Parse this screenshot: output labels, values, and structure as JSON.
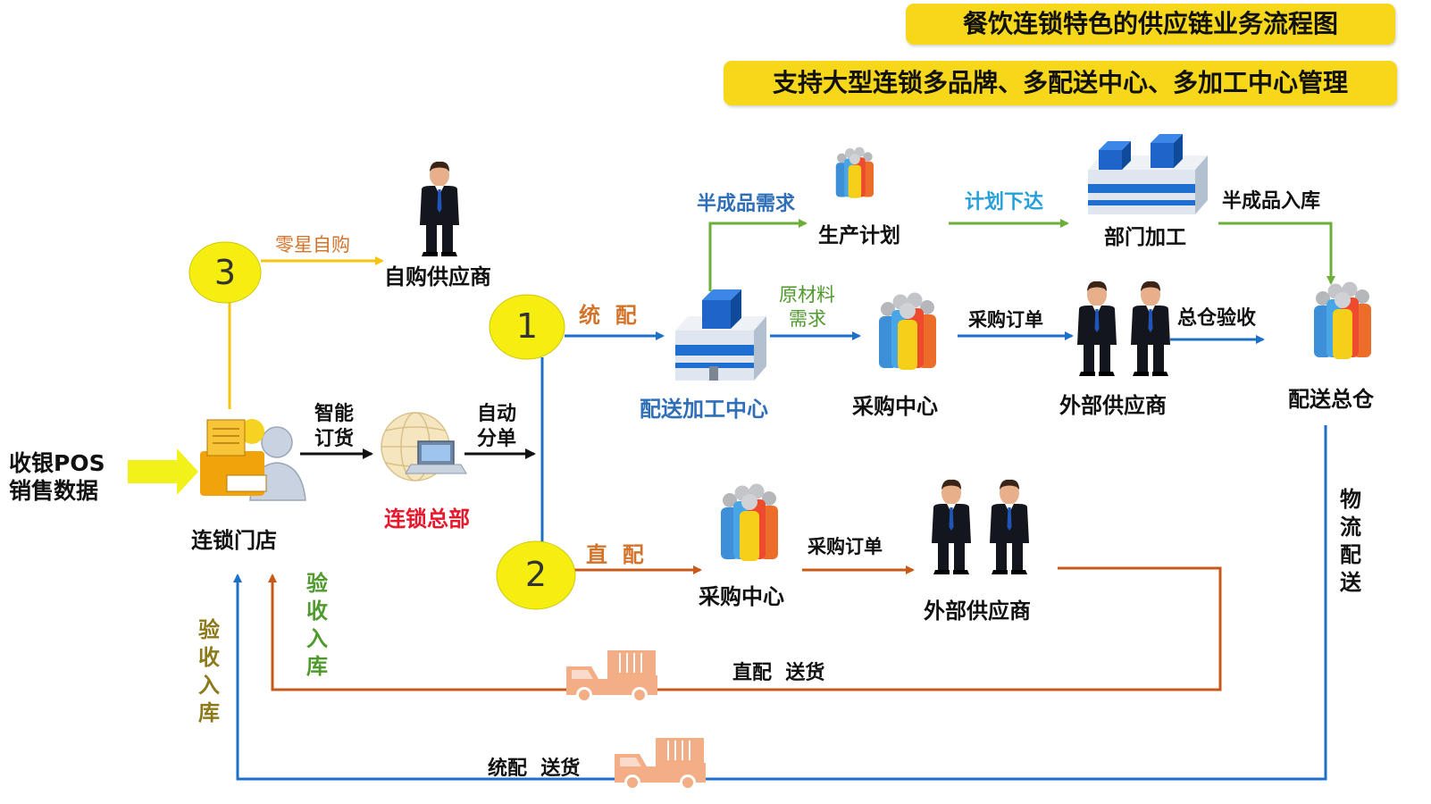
{
  "titles": {
    "main": "餐饮连锁特色的供应链业务流程图",
    "sub": "支持大型连锁多品牌、多配送中心、多加工中心管理"
  },
  "badges": {
    "b1": "1",
    "b2": "2",
    "b3": "3"
  },
  "nodes": {
    "pos_data_line1": "收银POS",
    "pos_data_line2": "销售数据",
    "chain_store": "连锁门店",
    "chain_hq": "连锁总部",
    "self_supplier": "自购供应商",
    "dist_processing_center": "配送加工中心",
    "production_plan": "生产计划",
    "dept_processing": "部门加工",
    "purchase_center_top": "采购中心",
    "external_supplier_top": "外部供应商",
    "main_warehouse": "配送总仓",
    "purchase_center_bottom": "采购中心",
    "external_supplier_bottom": "外部供应商"
  },
  "edges": {
    "smart_order_1": "智能",
    "smart_order_2": "订货",
    "auto_split_1": "自动",
    "auto_split_2": "分单",
    "sporadic_purchase": "零星自购",
    "unified_dist": "统  配",
    "direct_dist": "直  配",
    "semi_demand": "半成品需求",
    "plan_issue": "计划下达",
    "semi_inbound": "半成品入库",
    "raw_demand_1": "原材料",
    "raw_demand_2": "需求",
    "purchase_order_top": "采购订单",
    "wh_acceptance": "总仓验收",
    "purchase_order_bottom": "采购订单",
    "logistics_dist": [
      "物",
      "流",
      "配",
      "送"
    ],
    "direct_delivery": "直配  送货",
    "unified_delivery": "统配  送货",
    "accept_inbound_green": [
      "验",
      "收",
      "入",
      "库"
    ],
    "accept_inbound_olive": [
      "验",
      "收",
      "入",
      "库"
    ]
  },
  "colors": {
    "banner": "#f7d71a",
    "badge": "#f5ee10",
    "blue_flow": "#1e6fc8",
    "orange_flow": "#c85a19",
    "green_flow": "#6cae3a",
    "yellow_flow": "#f6c40f",
    "label_orange": "#d3742c",
    "label_blue": "#2f6fb8",
    "label_green": "#4f9a2c",
    "label_green_sky": "#27a0d8",
    "label_olive": "#8c7a1a",
    "hq_red": "#e8192c",
    "truck": "#f3ae86"
  },
  "icons": [
    "businessman-icon",
    "people-group-icon",
    "building-icon",
    "factory-icon",
    "cashier-icon",
    "globe-laptop-icon",
    "truck-icon"
  ]
}
